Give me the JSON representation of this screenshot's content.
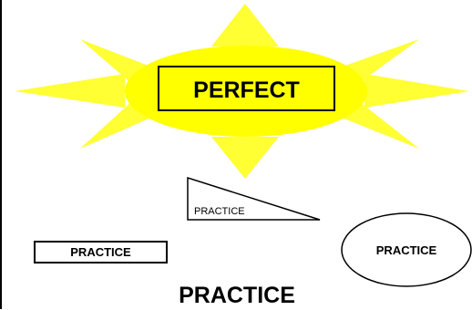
{
  "diagram": {
    "sun_label": "PERFECT",
    "triangle_label": "PRACTICE",
    "box_label": "PRACTICE",
    "oval_label": "PRACTICE",
    "bottom_label": "PRACTICE"
  },
  "colors": {
    "sun_fill": "#FFFF00",
    "ray_fill": "#FFFF33",
    "outline": "#000000",
    "background": "#FFFFFF",
    "left_border": "#000000"
  }
}
